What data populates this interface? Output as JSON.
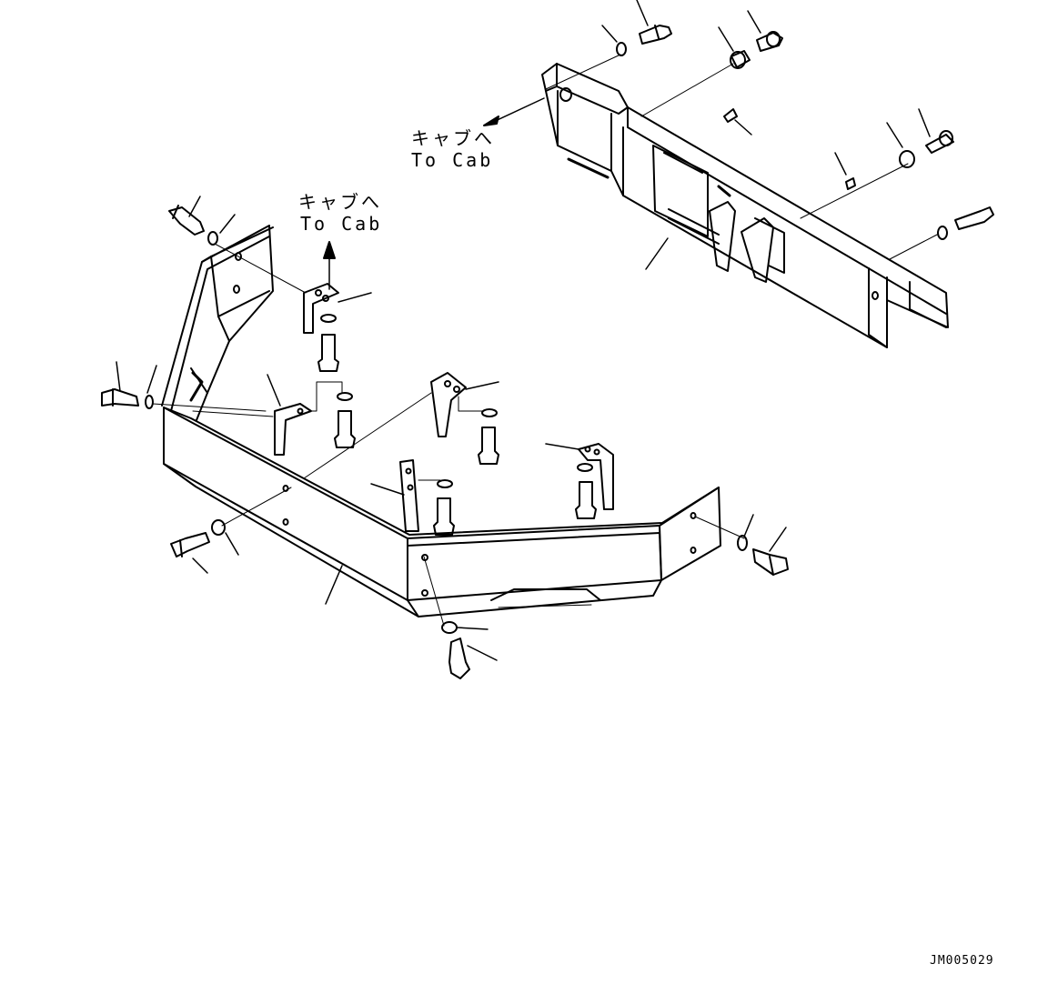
{
  "labels": {
    "cab_upper_jp": "キャブへ",
    "cab_upper_en": "To Cab",
    "cab_left_jp": "キャブへ",
    "cab_left_en": "To Cab",
    "drawing_code": "JM005029"
  },
  "colors": {
    "line": "#000000",
    "background": "#ffffff"
  }
}
